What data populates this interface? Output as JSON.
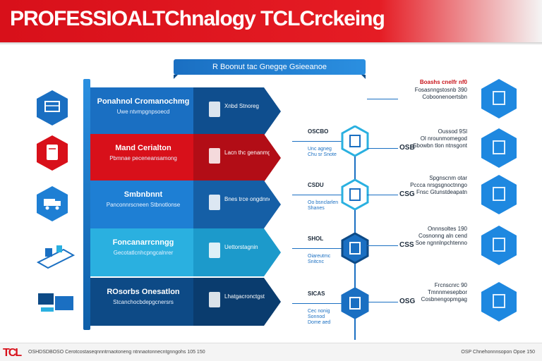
{
  "header": {
    "title": "PROFESSIOALTChnalogy TCLCrckeing"
  },
  "banner": {
    "label": "R Boonut tac Gnegqe Gsieeanoe"
  },
  "rows": [
    {
      "title": "Ponahnol Cromanochmg",
      "sub": "Uwe ntvmpgnpsoecd",
      "arrow_text": "Xnbd Stnoreg",
      "color": "#1a6fc2",
      "arrow_color": "#0f4e8e"
    },
    {
      "title": "Mand Cerialton",
      "sub": "Pbmnae peceneansamong",
      "arrow_text": "Lacn thc genanmg",
      "color": "#d8101a",
      "arrow_color": "#b20d16"
    },
    {
      "title": "Smbnbnnt",
      "sub": "Panconnrscneen Stbnotlonse",
      "arrow_text": "Bnes trce ongdnnet",
      "color": "#1e7fd4",
      "arrow_color": "#155fa6"
    },
    {
      "title": "Foncanarrcnngg",
      "sub": "Gecotatlcnhcpngcalnrer",
      "arrow_text": "Uettorstagnin",
      "color": "#2ab0e0",
      "arrow_color": "#1c9acb"
    },
    {
      "title": "ROsorbs Onesatlon",
      "sub": "Stcanchocbdepgcnersrs",
      "arrow_text": "Lhatgacronctgst",
      "color": "#0d4a86",
      "arrow_color": "#0a3c6e"
    }
  ],
  "center": [
    {
      "label": "OSCBO",
      "sub": "Unc agneg Chu sr Snote"
    },
    {
      "label": "CSDU",
      "sub": "Oo bsnclarlen Shanes"
    },
    {
      "label": "SHOL",
      "sub": "Oiareutmc Snitcnc"
    },
    {
      "label": "SICAS",
      "sub": "Cec nonig Sonnod Dome aed"
    }
  ],
  "right": [
    {
      "key": "",
      "red": "Boashs cnelfr nf0",
      "lines": [
        "Fosasnngstosnb 390",
        "Coboonenoertsbn"
      ]
    },
    {
      "key": "OSB",
      "red": "",
      "lines": [
        "Oussod 9Sl",
        "Ol nrounmomegod",
        "Sbowbn tlon ntnsgont"
      ]
    },
    {
      "key": "CSG",
      "red": "",
      "lines": [
        "Spgnscnm otar",
        "Pccca nrsgsgnoctnngo",
        "Fnsc Gtunstdeapatn"
      ]
    },
    {
      "key": "CSS",
      "red": "",
      "lines": [
        "Onnnsoltes 190",
        "Cosnonng aln cend",
        "Soe ngnnlnpchtenno"
      ]
    },
    {
      "key": "OSG",
      "red": "",
      "lines": [
        "Frcnscnrc 90",
        "Tmnnmesepbor",
        "Cosbnengopmgag"
      ]
    }
  ],
  "footer": {
    "logo": "TCL",
    "left": "OSHDSDBOSO  Cerotcostaseqnnntrnaotoneng ntnnaotonnecntgnngohs 105 150",
    "right": "OSP Chnehonnnsopon Opoe 150"
  },
  "colors": {
    "brand_red": "#d8101a",
    "brand_blue": "#1a6fc2",
    "cyan": "#2ab0e0",
    "navy": "#0d4a86"
  }
}
